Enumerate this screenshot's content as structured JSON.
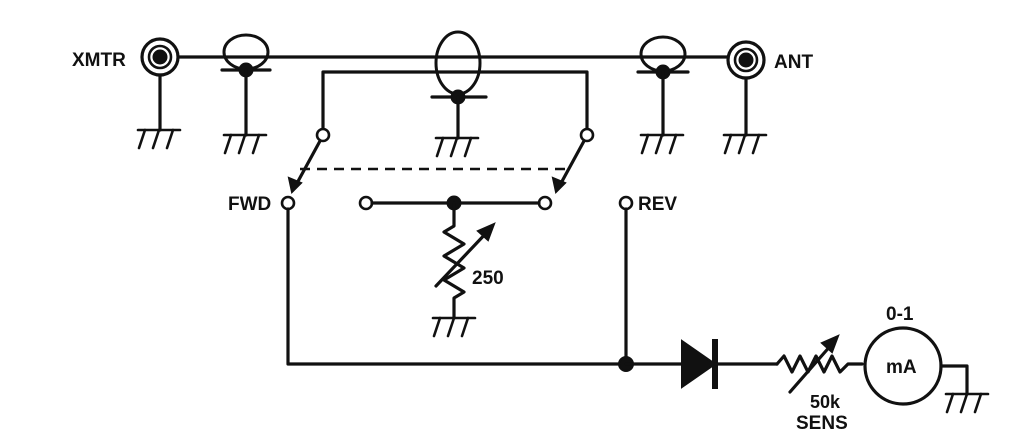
{
  "labels": {
    "xmtr": "XMTR",
    "ant": "ANT",
    "fwd": "FWD",
    "rev": "REV",
    "pot": "250",
    "meter_range": "0-1",
    "meter_unit": "mA",
    "sens_value": "50k",
    "sens_name": "SENS"
  }
}
